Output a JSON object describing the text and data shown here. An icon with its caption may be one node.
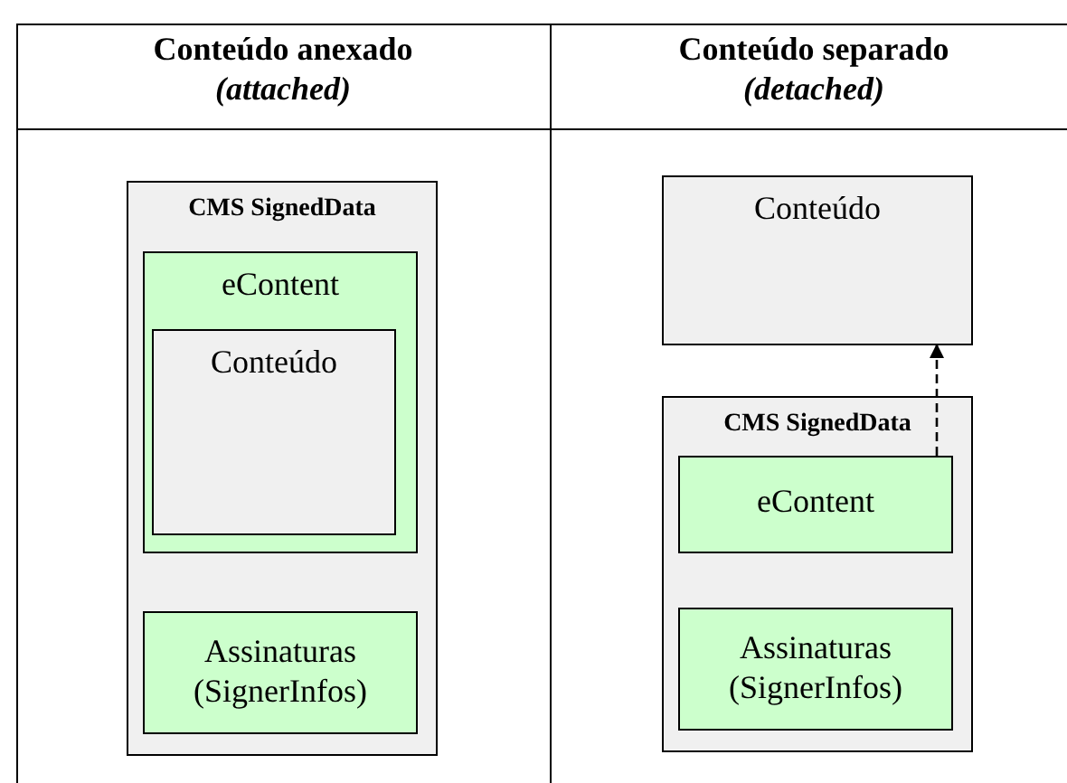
{
  "diagram": {
    "nodes": [
      {
        "text": [
          "CMS SignedData"
        ]
      },
      {
        "text": [
          "eContent"
        ],
        "in": 0
      },
      {
        "text": [
          "Conteúdo"
        ],
        "in": 1
      },
      {
        "text": [
          "Assinaturas (SignerInfos)"
        ],
        "in": 0
      },
      {
        "text": [
          "Conteúdo"
        ]
      },
      {
        "text": [
          "CMS SignedData"
        ]
      },
      {
        "text": [
          "eContent"
        ],
        "in": 5
      },
      {
        "text": [
          "Assinaturas (SignerInfos)"
        ],
        "in": 5
      }
    ],
    "edges": [
      {
        "from": 6,
        "to": 4,
        "arrow": "to",
        "style": "dashed"
      }
    ],
    "labels": [
      "Conteúdo anexado",
      "(attached)",
      "Conteúdo separado",
      "(detached)"
    ]
  }
}
